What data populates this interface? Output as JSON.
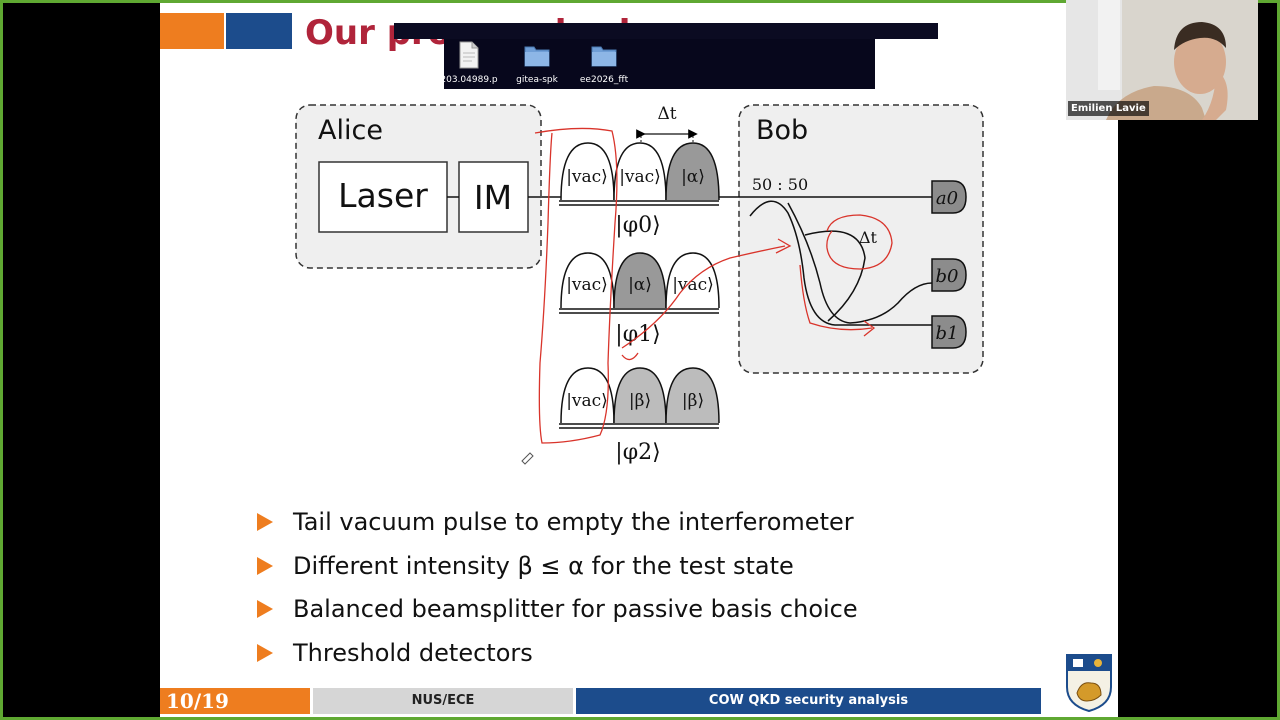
{
  "slide": {
    "title": "Our proposed scheme",
    "footer": {
      "page": "10/19",
      "affiliation": "NUS/ECE",
      "talk_title": "COW QKD security analysis"
    }
  },
  "desktop_icons": [
    {
      "label": "203.04989.p",
      "icon": "pdf-file-icon"
    },
    {
      "label": "gitea-spk",
      "icon": "folder-icon"
    },
    {
      "label": "ee2026_fft",
      "icon": "folder-icon"
    }
  ],
  "diagram": {
    "alice": "Alice",
    "bob": "Bob",
    "laser": "Laser",
    "im": "IM",
    "delta_top": "Δt",
    "delta_bob": "Δt",
    "beamsplitter": "50 : 50",
    "states": [
      {
        "pulses": [
          "|vac⟩",
          "|vac⟩",
          "|α⟩"
        ],
        "label": "|φ0⟩"
      },
      {
        "pulses": [
          "|vac⟩",
          "|α⟩",
          "|vac⟩"
        ],
        "label": "|φ1⟩"
      },
      {
        "pulses": [
          "|vac⟩",
          "|β⟩",
          "|β⟩"
        ],
        "label": "|φ2⟩"
      }
    ],
    "detectors": [
      "a0",
      "b0",
      "b1"
    ]
  },
  "bullets": [
    "Tail vacuum pulse to empty the interferometer",
    "Different intensity β ≤ α for the test state",
    "Balanced beamsplitter for passive basis choice",
    "Threshold detectors"
  ],
  "participant": {
    "name": "Emilien Lavie"
  },
  "colors": {
    "orange": "#ee7d1f",
    "blue": "#1c4c8c",
    "title_red": "#b0243a",
    "frame_green": "#5fa832",
    "annotation_red": "#d9342b"
  }
}
